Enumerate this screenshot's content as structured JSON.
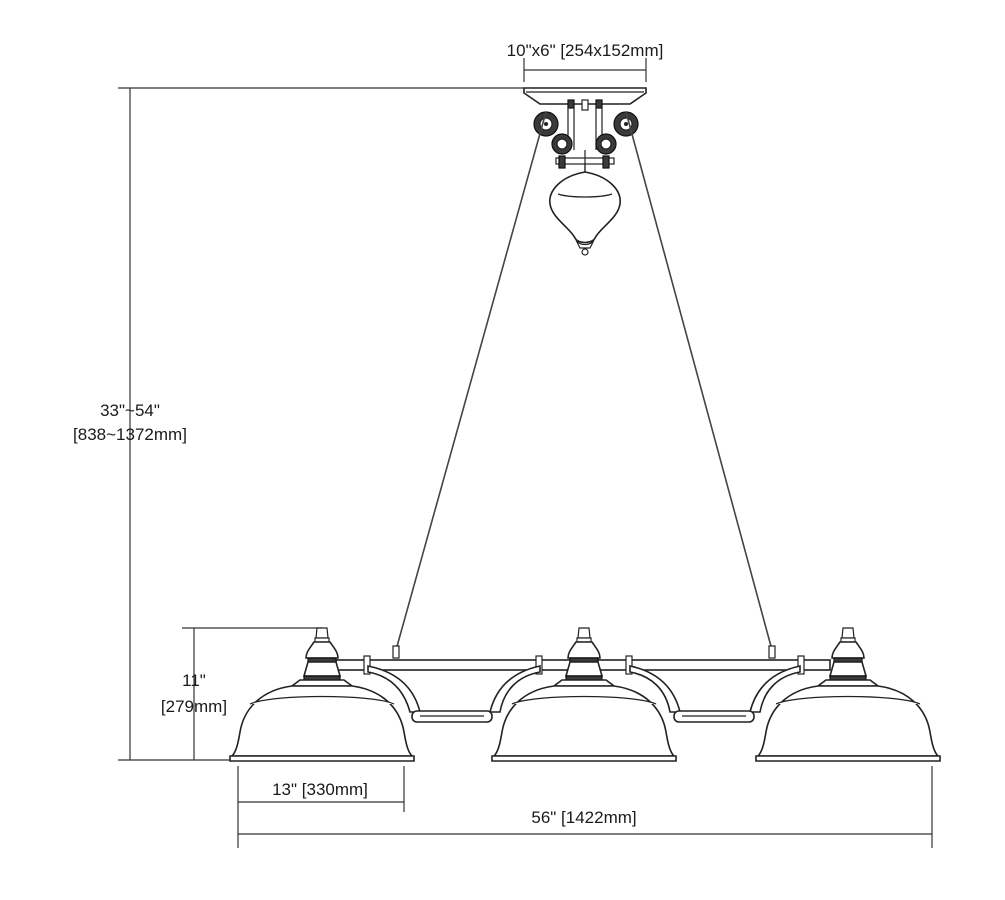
{
  "dimensions": {
    "canopy": "10\"x6\" [254x152mm]",
    "height_imperial": "33\"~54\"",
    "height_metric": "[838~1372mm]",
    "shade_height_imperial": "11\"",
    "shade_height_metric": "[279mm]",
    "shade_width": "13\" [330mm]",
    "overall_width": "56\" [1422mm]"
  }
}
